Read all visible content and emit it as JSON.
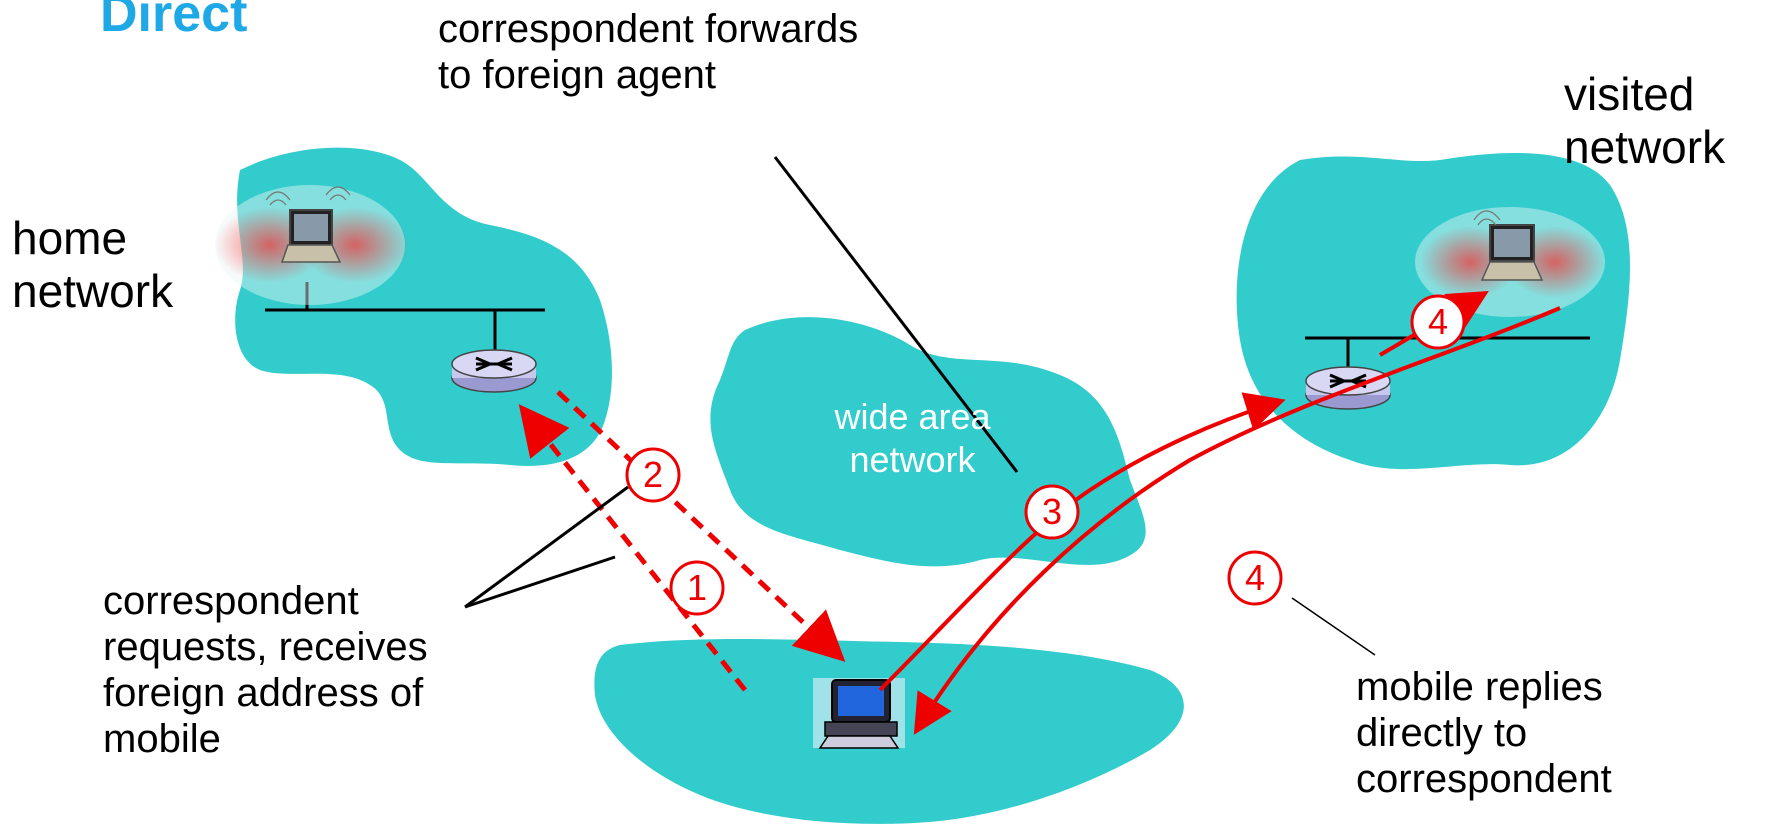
{
  "title": "Direct",
  "labels": {
    "home_network": [
      "home",
      "network"
    ],
    "visited_network": [
      "visited",
      "network"
    ],
    "wide_area_network": [
      "wide area",
      "network"
    ],
    "correspondent_forwards": [
      "correspondent forwards",
      "to foreign agent"
    ],
    "correspondent_requests": [
      "correspondent",
      "requests, receives",
      "foreign address of",
      "mobile"
    ],
    "mobile_replies": [
      "mobile replies",
      "directly to",
      "correspondent"
    ]
  },
  "steps": {
    "step1": "1",
    "step2": "2",
    "step3": "3",
    "step4_visited": "4",
    "step4_reply": "4"
  },
  "colors": {
    "network_fill": "#33cccc",
    "arrow": "#ee0000",
    "title": "#1fa8e6"
  },
  "icons": [
    "laptop-icon",
    "router-icon",
    "desktop-computer-icon"
  ]
}
